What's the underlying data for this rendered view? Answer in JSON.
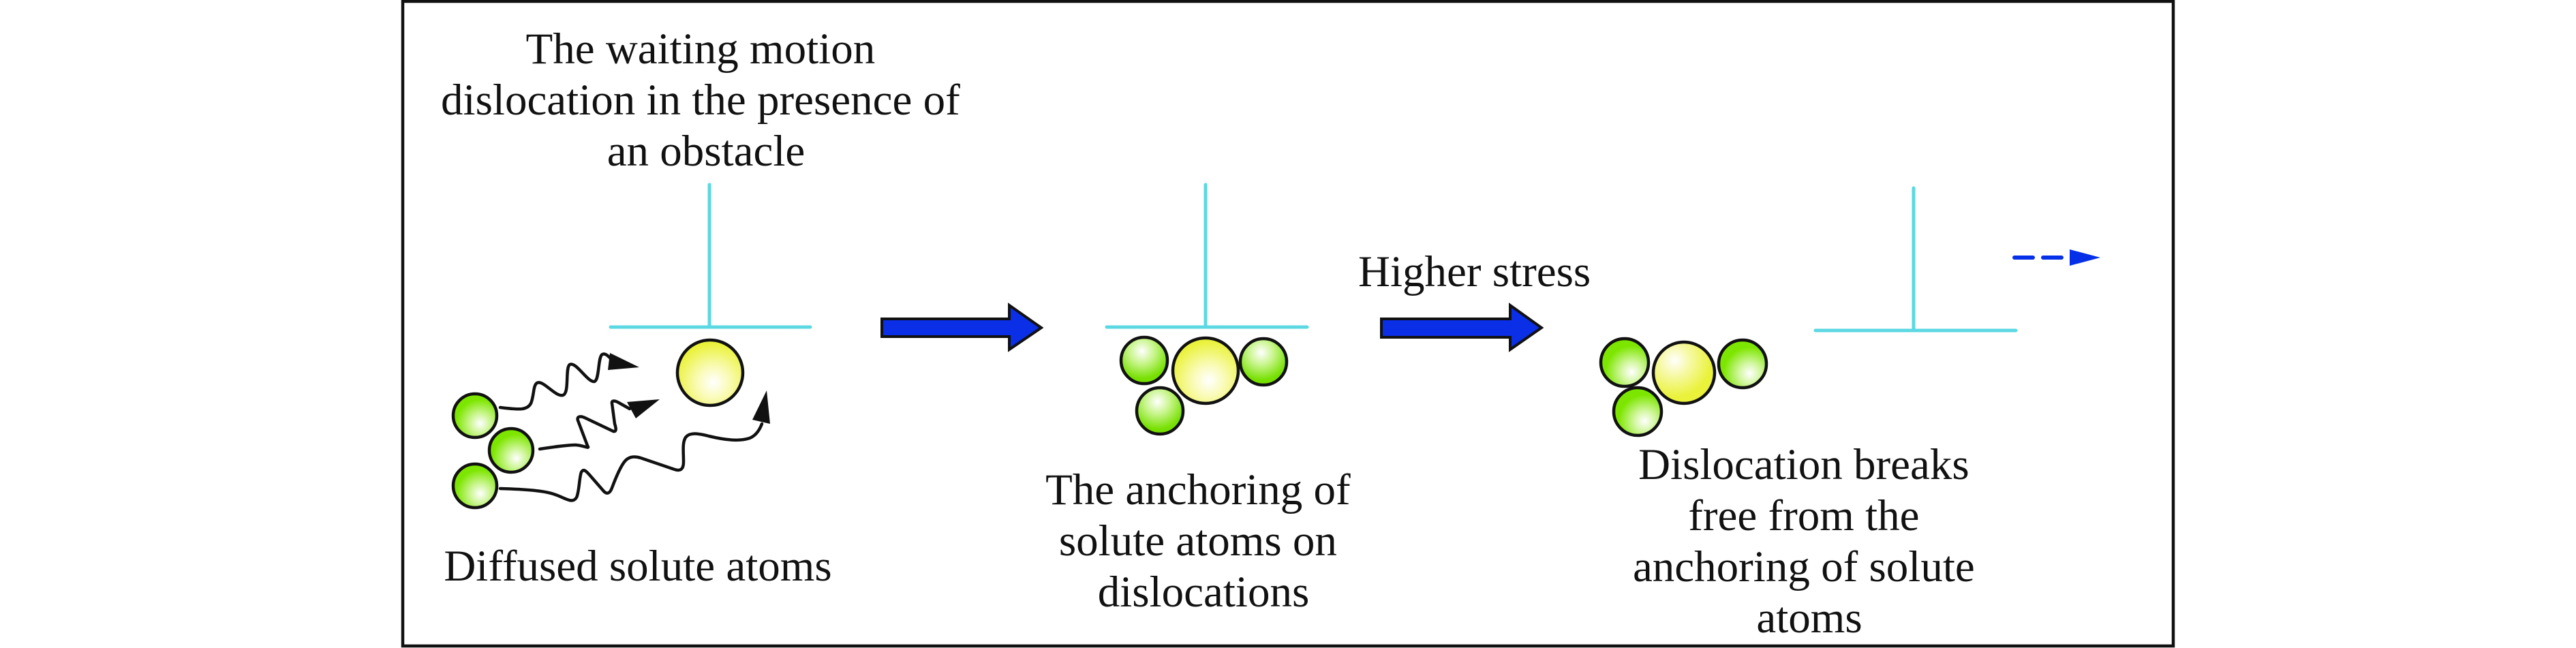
{
  "figure": {
    "title": "Dislocation pinning by solute atoms (Cottrell atmosphere) schematic",
    "colors": {
      "dislocation": "#5bd8e2",
      "solute_atom": "#7de600",
      "obstacle_atom": "#eef23a",
      "process_arrow": "#0a2fe6",
      "outline": "#111111"
    },
    "panels": [
      {
        "id": "diffusion",
        "top_caption": [
          "The waiting motion",
          "dislocation in the presence of",
          "an obstacle"
        ],
        "bottom_caption": [
          "Diffused solute atoms"
        ],
        "solute_atoms": 3,
        "obstacle_atoms": 1,
        "diffusion_paths": 3
      },
      {
        "id": "anchoring",
        "bottom_caption": [
          "The anchoring of",
          "solute atoms on",
          "dislocations"
        ],
        "solute_atoms": 3,
        "obstacle_atoms": 1
      },
      {
        "id": "breakaway",
        "bottom_caption": [
          "Dislocation breaks",
          "free from the",
          "anchoring of solute",
          "atoms"
        ],
        "solute_atoms": 3,
        "obstacle_atoms": 1,
        "motion_indicator": "dashed-arrow-right"
      }
    ],
    "transitions": [
      {
        "from": "diffusion",
        "to": "anchoring",
        "label": ""
      },
      {
        "from": "anchoring",
        "to": "breakaway",
        "label": "Higher stress"
      }
    ]
  }
}
